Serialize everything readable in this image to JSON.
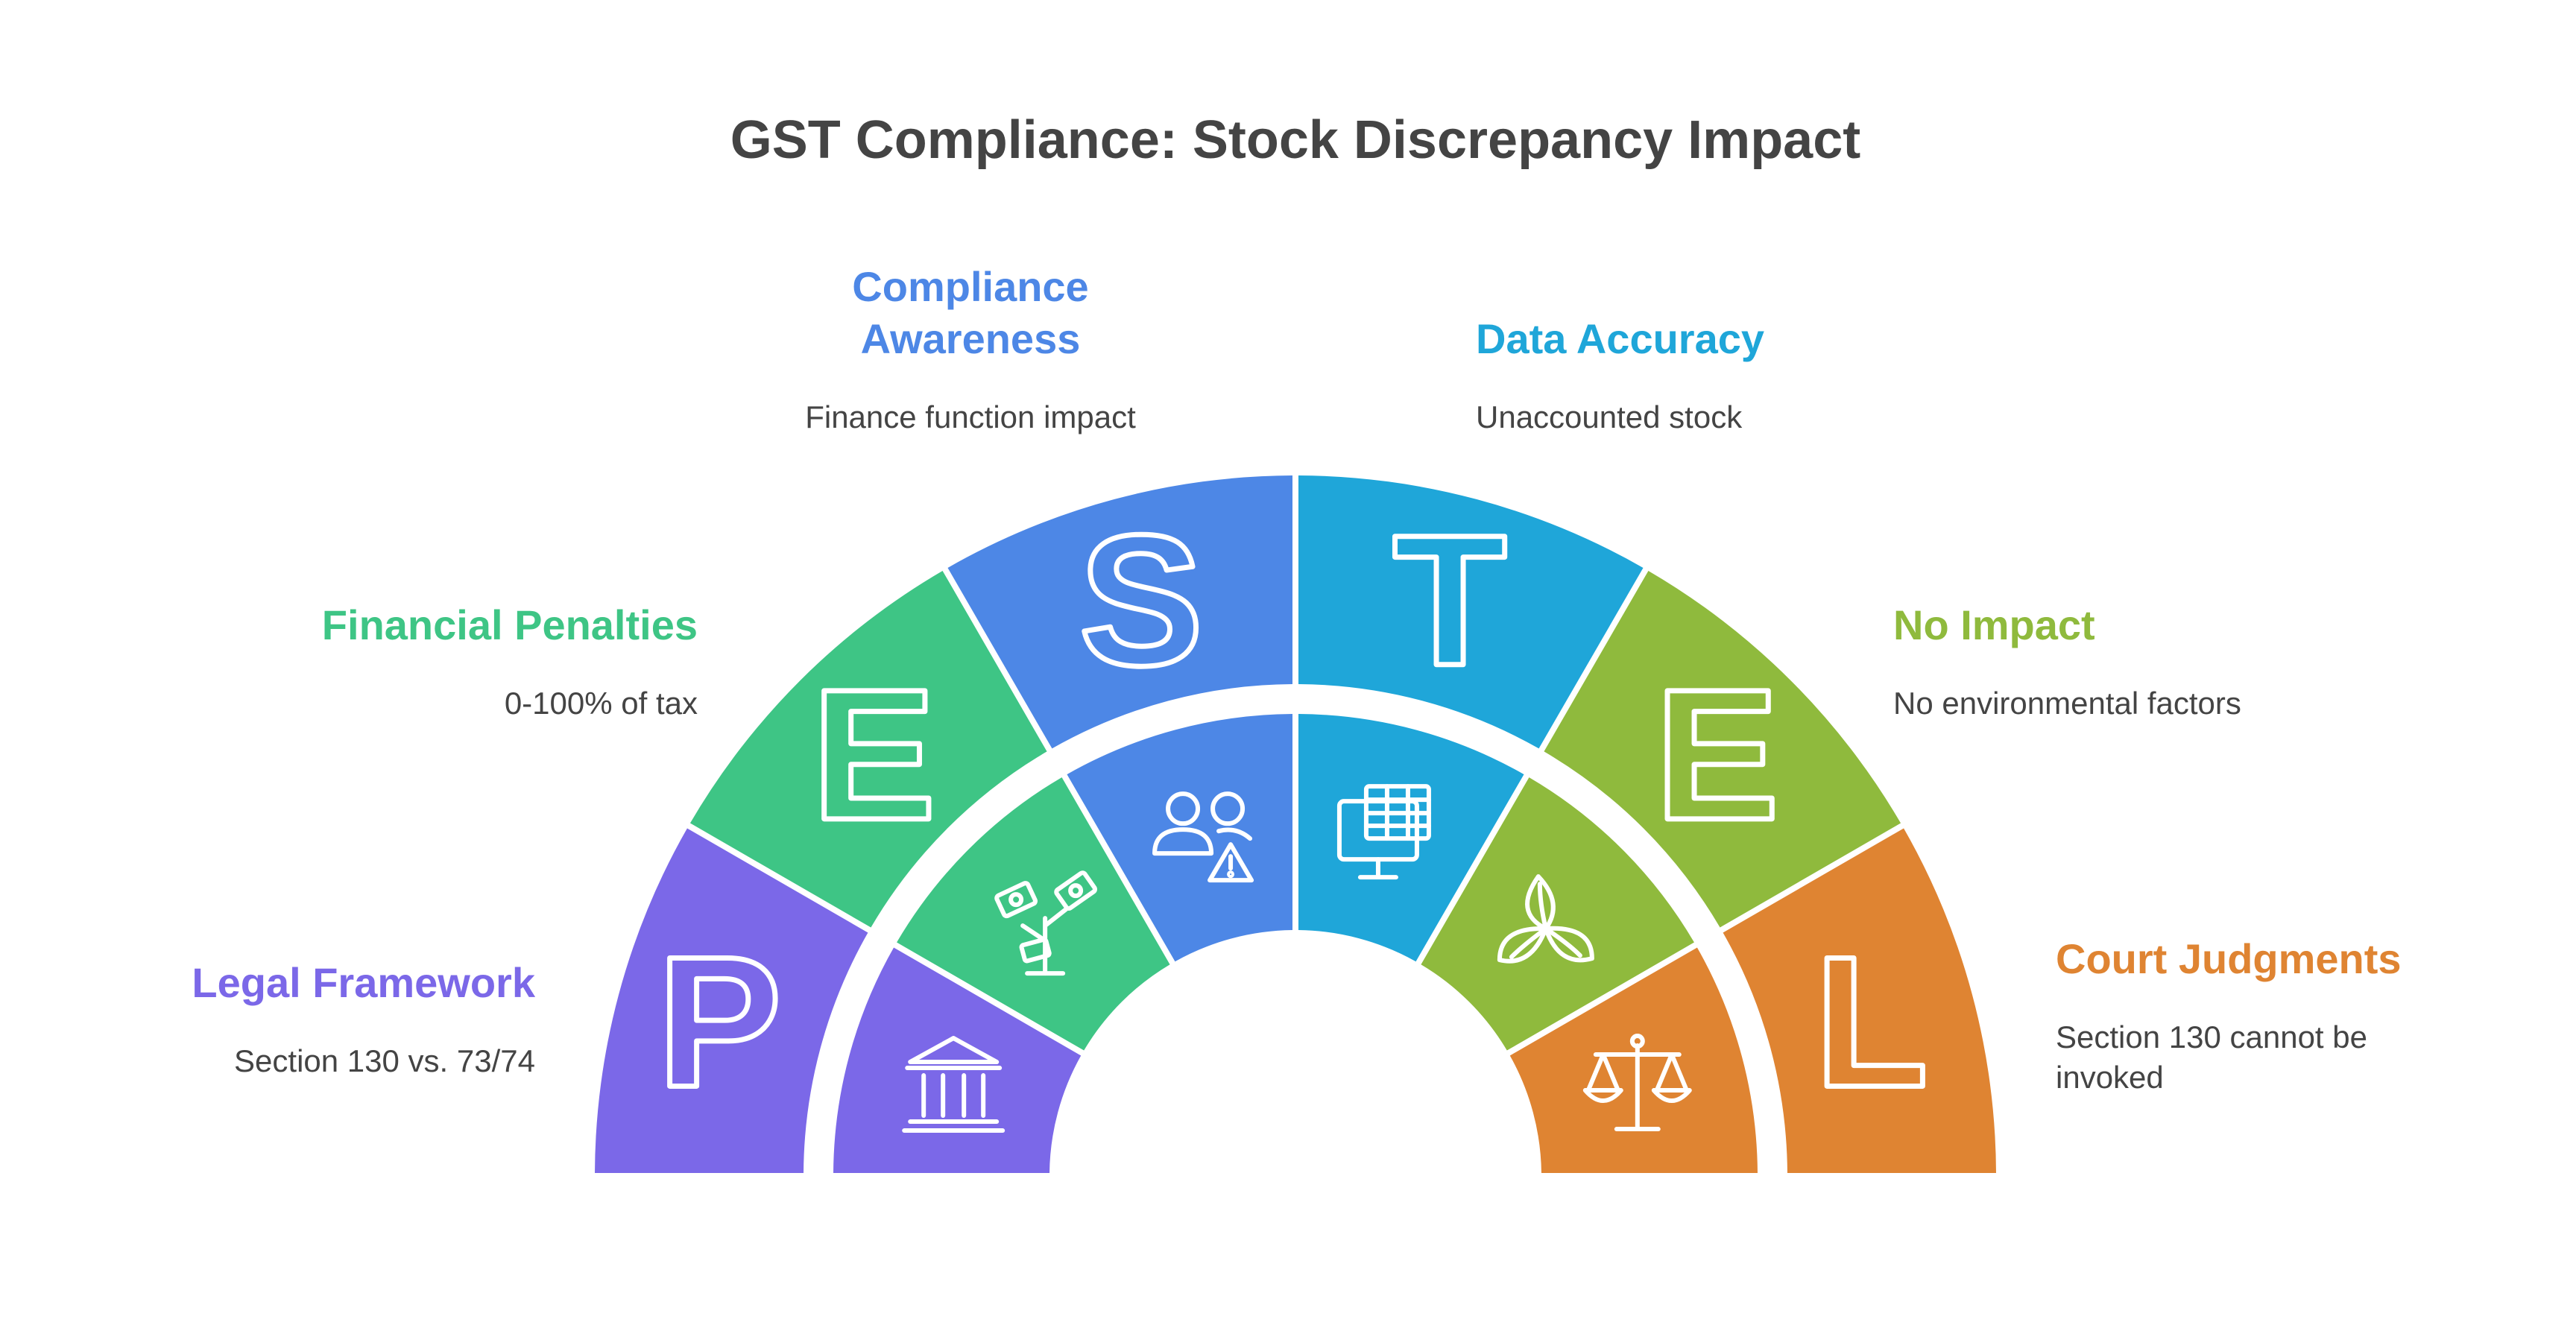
{
  "title": "GST Compliance: Stock Discrepancy Impact",
  "segments": [
    {
      "letter": "P",
      "title": [
        "Legal Framework"
      ],
      "desc": [
        "Section 130 vs. 73/74"
      ],
      "color": "#7B68E8",
      "icon": "courthouse-icon"
    },
    {
      "letter": "E",
      "title": [
        "Financial Penalties"
      ],
      "desc": [
        "0-100% of tax"
      ],
      "color": "#3EC585",
      "icon": "money-plant-icon"
    },
    {
      "letter": "S",
      "title": [
        "Compliance",
        "Awareness"
      ],
      "desc": [
        "Finance function impact"
      ],
      "color": "#4D87E6",
      "icon": "users-warning-icon"
    },
    {
      "letter": "T",
      "title": [
        "Data Accuracy"
      ],
      "desc": [
        "Unaccounted stock"
      ],
      "color": "#1FA6D9",
      "icon": "computer-spreadsheet-icon"
    },
    {
      "letter": "E",
      "title": [
        "No Impact"
      ],
      "desc": [
        "No environmental factors"
      ],
      "color": "#8FBA3D",
      "icon": "leaves-icon"
    },
    {
      "letter": "L",
      "title": [
        "Court Judgments"
      ],
      "desc": [
        "Section 130 cannot be",
        "invoked"
      ],
      "color": "#DF8432",
      "icon": "scales-icon"
    }
  ]
}
